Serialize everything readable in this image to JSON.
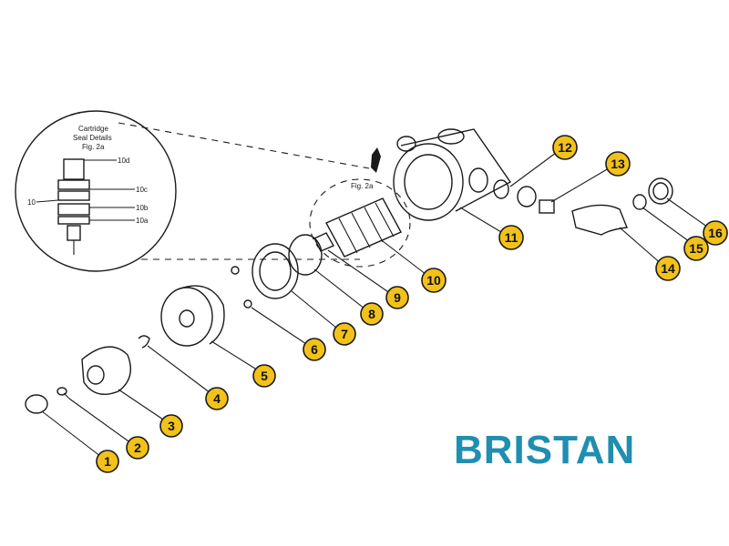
{
  "brand": {
    "name": "BRISTAN",
    "color": "#1f8fb0"
  },
  "inset": {
    "title_line1": "Cartridge",
    "title_line2": "Seal Details",
    "title_line3": "Fig. 2a",
    "labels": [
      "10d",
      "10c",
      "10b",
      "10a",
      "10"
    ],
    "fig_label": "Fig. 2a"
  },
  "callouts": [
    "1",
    "2",
    "3",
    "4",
    "5",
    "6",
    "7",
    "8",
    "9",
    "10",
    "11",
    "12",
    "13",
    "14",
    "15",
    "16"
  ],
  "colors": {
    "callout_fill": "#f2c21b",
    "line": "#1a1a1a"
  }
}
